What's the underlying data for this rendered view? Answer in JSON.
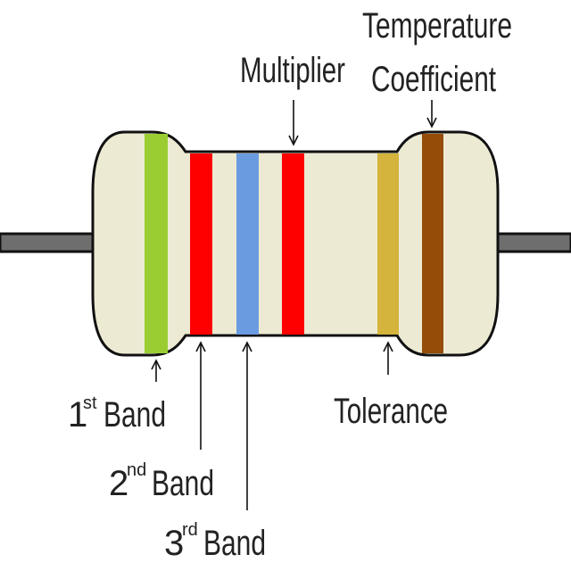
{
  "labels": {
    "multiplier": "Multiplier",
    "temp_line1": "Temperature",
    "temp_line2": "Coefficient",
    "band1_num": "1",
    "band1_sup": "st",
    "band1_word": "Band",
    "band2_num": "2",
    "band2_sup": "nd",
    "band2_word": "Band",
    "band3_num": "3",
    "band3_sup": "rd",
    "band3_word": "Band",
    "tolerance": "Tolerance"
  },
  "colors": {
    "body": "#EDEAD3",
    "outline": "#111111",
    "lead": "#6E6E6E",
    "band1": "#9ACD32",
    "band2": "#FF0000",
    "band3": "#6A9BE0",
    "multiplier": "#FF0000",
    "tolerance": "#D4B43C",
    "temperature": "#954C08"
  }
}
